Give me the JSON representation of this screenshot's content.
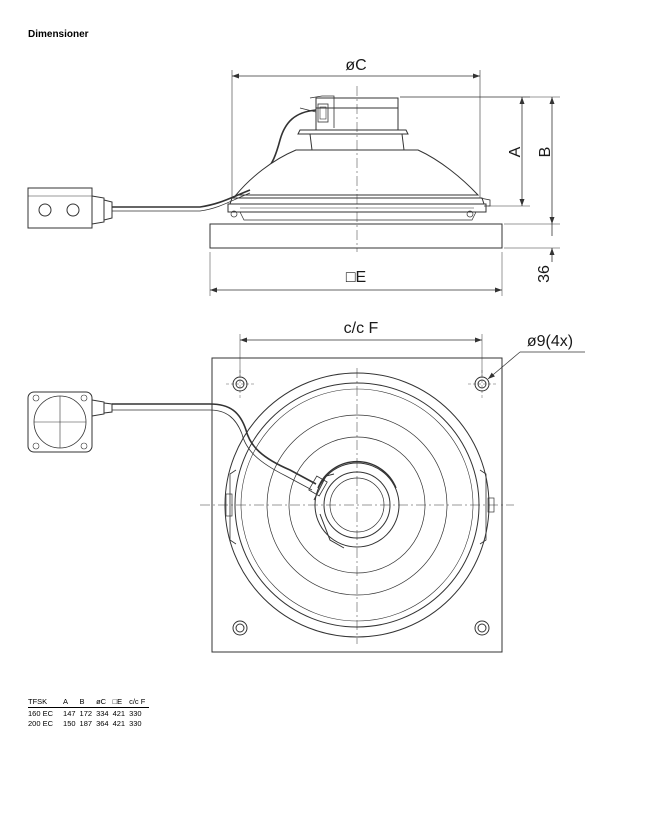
{
  "heading": "Dimensioner",
  "labels": {
    "dim_c": "øC",
    "dim_a": "A",
    "dim_b": "B",
    "dim_e": "□E",
    "dim_36": "36",
    "dim_f": "c/c F",
    "hole": "ø9(4x)"
  },
  "table": {
    "headers": [
      "TFSK",
      "A",
      "B",
      "øC",
      "□E",
      "c/c F"
    ],
    "rows": [
      [
        "160 EC",
        "147",
        "172",
        "334",
        "421",
        "330"
      ],
      [
        "200 EC",
        "150",
        "187",
        "364",
        "421",
        "330"
      ]
    ]
  }
}
